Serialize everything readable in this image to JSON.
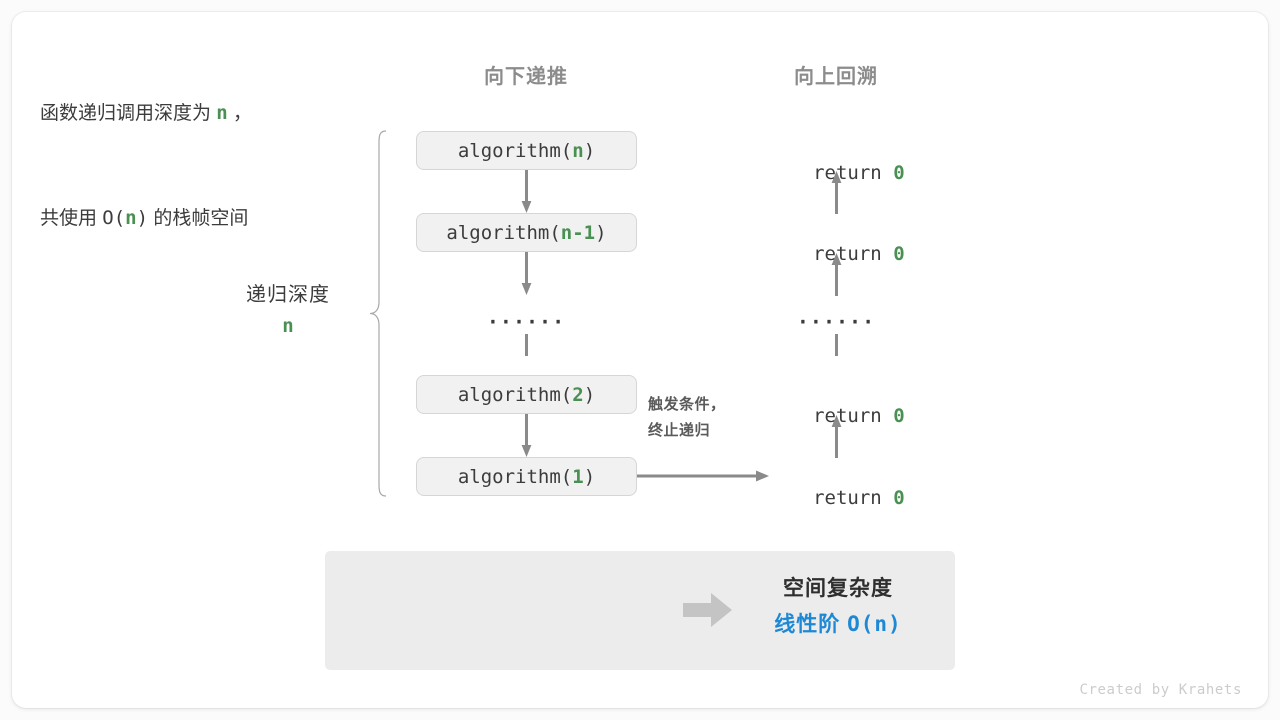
{
  "columns": {
    "down_label": "向下递推",
    "up_label": "向上回溯"
  },
  "depth": {
    "title": "递归深度",
    "value": "n"
  },
  "call_stack": {
    "boxes": [
      {
        "prefix": "algorithm(",
        "arg": "n",
        "suffix": ")"
      },
      {
        "prefix": "algorithm(",
        "arg": "n-1",
        "suffix": ")"
      },
      {
        "prefix": "algorithm(",
        "arg": "2",
        "suffix": ")"
      },
      {
        "prefix": "algorithm(",
        "arg": "1",
        "suffix": ")"
      }
    ],
    "ellipsis": "······"
  },
  "returns": {
    "items": [
      {
        "keyword": "return ",
        "value": "0"
      },
      {
        "keyword": "return ",
        "value": "0"
      },
      {
        "keyword": "return ",
        "value": "0"
      },
      {
        "keyword": "return ",
        "value": "0"
      }
    ],
    "ellipsis": "······"
  },
  "trigger": {
    "line1": "触发条件，",
    "line2": "终止递归"
  },
  "summary": {
    "left_line1_a": "函数递归调用深度为 ",
    "left_line1_n": "n",
    "left_line1_b": " ，",
    "left_line2_a": "共使用 ",
    "left_line2_o": "O(",
    "left_line2_n": "n",
    "left_line2_c": ")",
    "left_line2_b": " 的栈帧空间",
    "right_title": "空间复杂度",
    "right_value_label": "线性阶 ",
    "right_value_expr": "O(n)"
  },
  "credit": "Created by Krahets",
  "colors": {
    "green": "#4a9052",
    "blue": "#1e88d4",
    "gray_arrow": "#8a8a8a",
    "panel": "#ececec",
    "box_fill": "#f1f1f1",
    "text": "#3c3c3c",
    "header": "#8c8c8c"
  }
}
